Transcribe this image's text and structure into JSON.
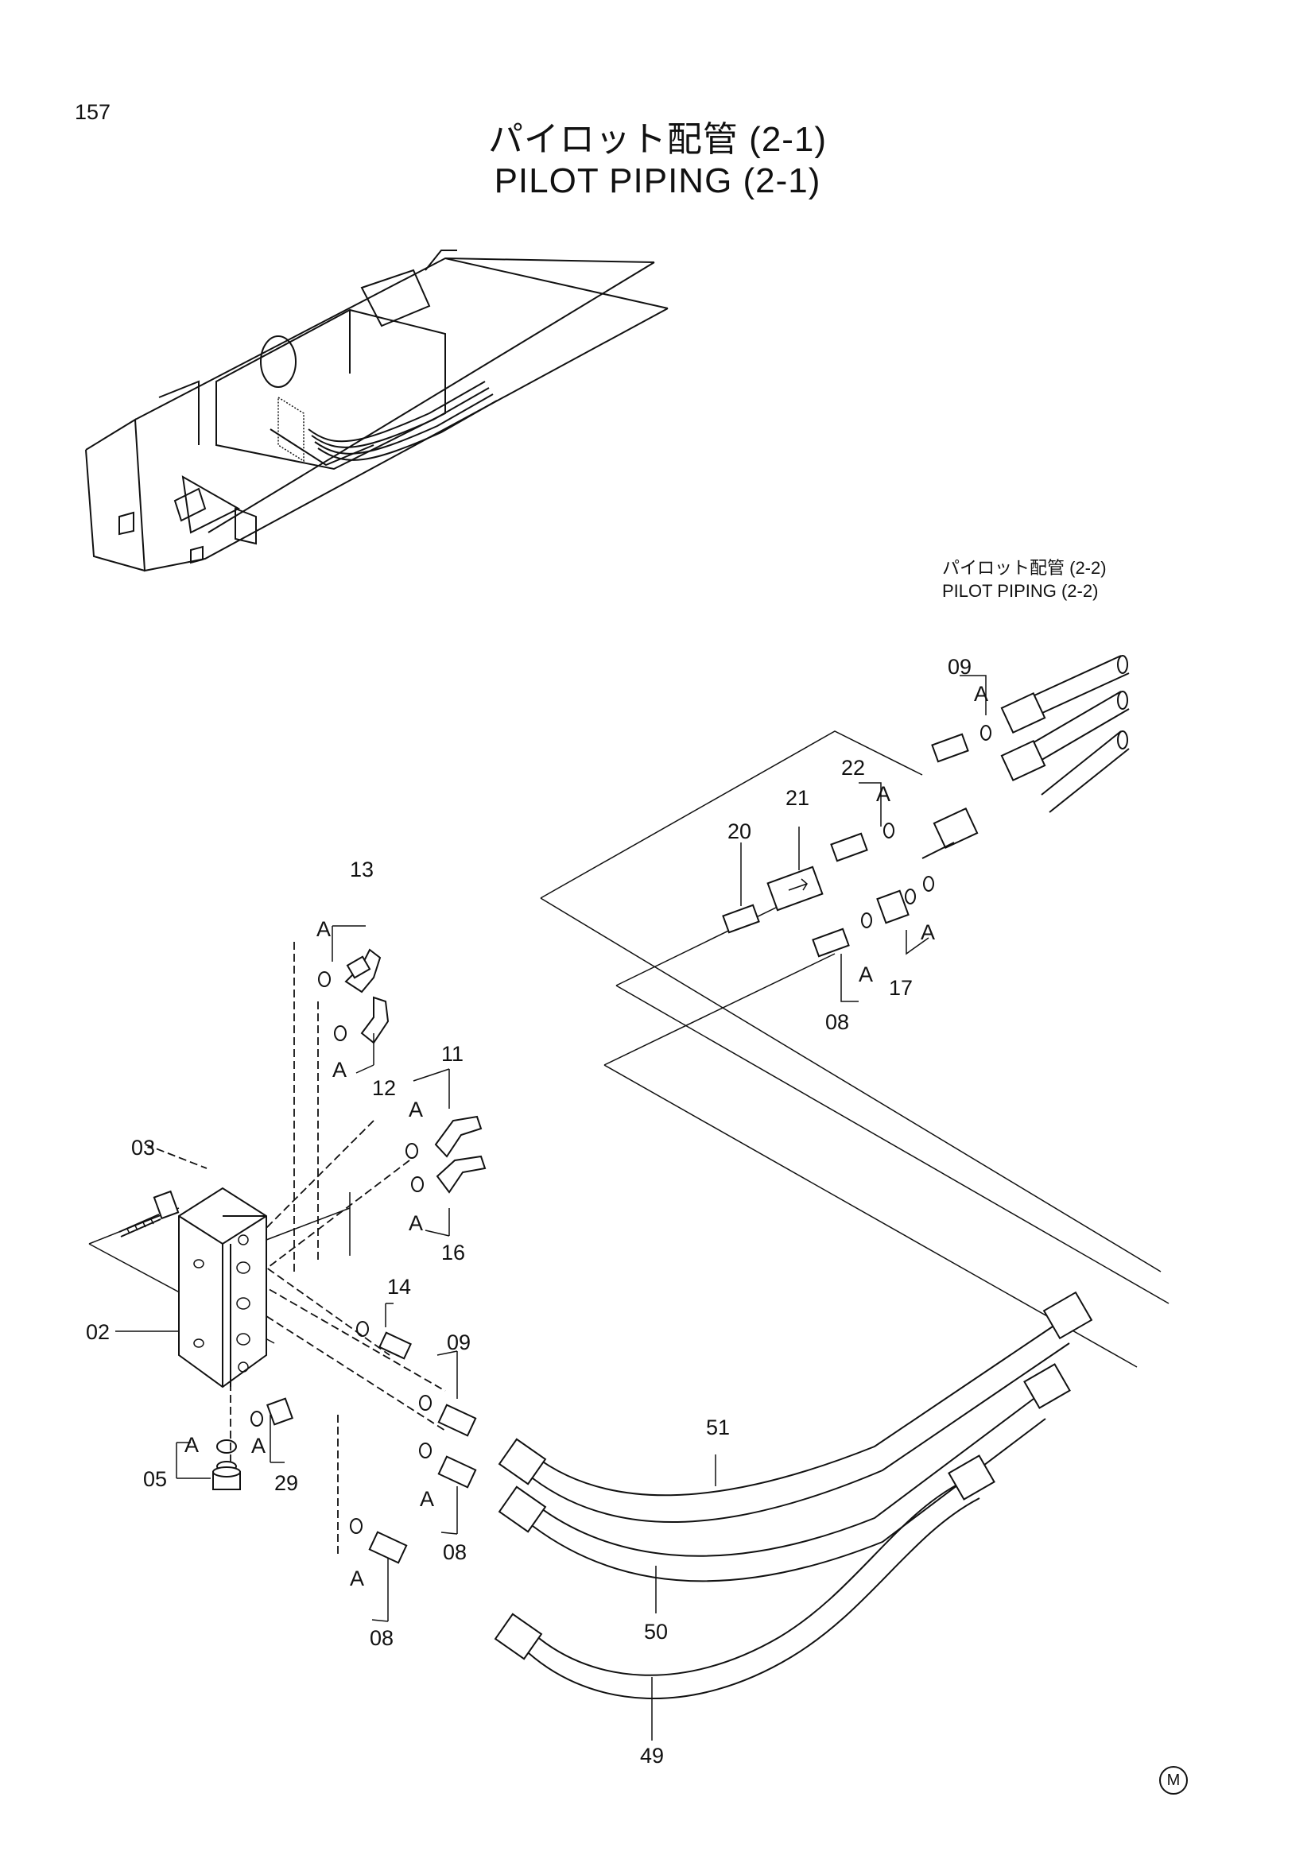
{
  "page_number": "157",
  "title": {
    "jp": "パイロット配管 (2-1)",
    "en": "PILOT PIPING (2-1)"
  },
  "reference": {
    "jp": "パイロット配管 (2-2)",
    "en": "PILOT PIPING (2-2)"
  },
  "callouts": {
    "p02": "02",
    "p03": "03",
    "p05": "05",
    "p08a": "08",
    "p08b": "08",
    "p08c": "08",
    "p09a": "09",
    "p09b": "09",
    "p11": "11",
    "p12": "12",
    "p13": "13",
    "p14": "14",
    "p16": "16",
    "p17": "17",
    "p20": "20",
    "p21": "21",
    "p22": "22",
    "p29": "29",
    "p49": "49",
    "p50": "50",
    "p51": "51"
  },
  "seal_label": "A",
  "maker_mark": "M"
}
